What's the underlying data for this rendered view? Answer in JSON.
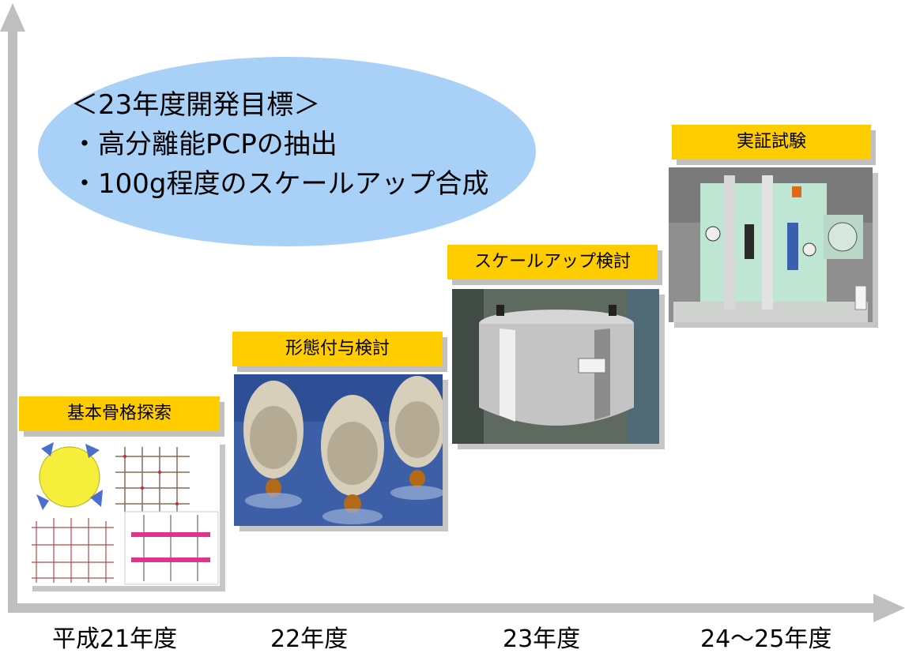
{
  "goal": {
    "heading": "＜23年度開発目標＞",
    "items": [
      "・高分離能PCPの抽出",
      "・100g程度のスケールアップ合成"
    ]
  },
  "stages": [
    {
      "label": "基本骨格探索",
      "image": "structure-models-photo"
    },
    {
      "label": "形態付与検討",
      "image": "pellet-flasks-photo"
    },
    {
      "label": "スケールアップ検討",
      "image": "stainless-tank-photo"
    },
    {
      "label": "実証試験",
      "image": "test-plant-photo"
    }
  ],
  "x_axis": {
    "labels": [
      "平成21年度",
      "22年度",
      "23年度",
      "24〜25年度"
    ]
  },
  "colors": {
    "label_fill": "#ffcc00",
    "goal_fill": "#a9d1f7",
    "axis": "#bfbfbf"
  }
}
